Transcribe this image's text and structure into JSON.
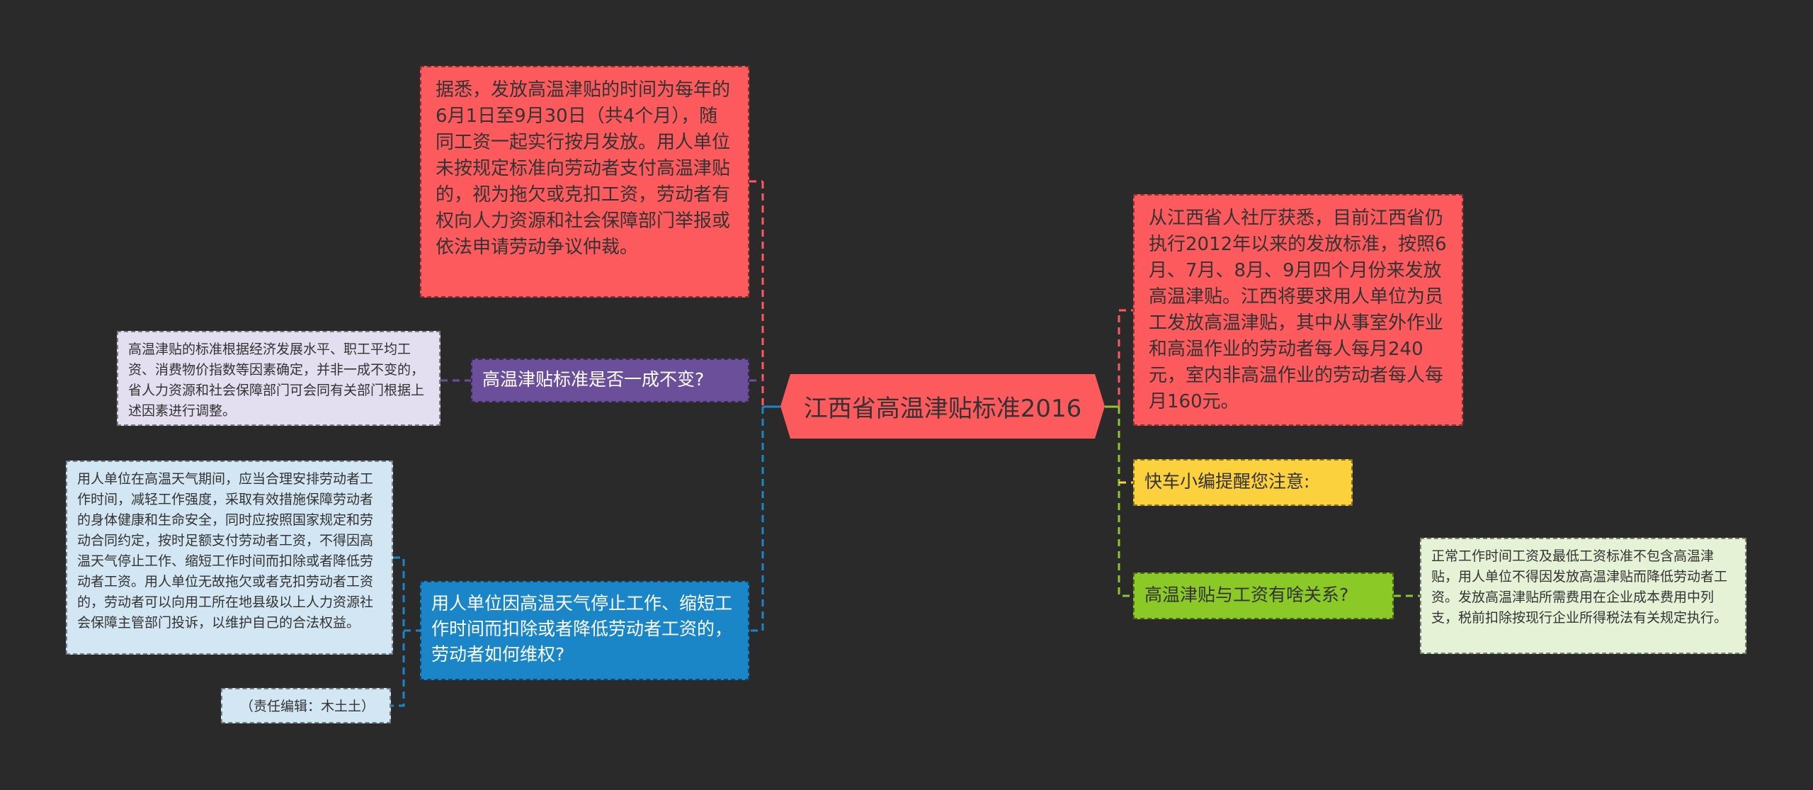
{
  "central": {
    "title": "江西省高温津贴标准2016"
  },
  "left": {
    "red_note": "据悉，发放高温津贴的时间为每年的6月1日至9月30日（共4个月），随同工资一起实行按月发放。用人单位未按规定标准向劳动者支付高温津贴的，视为拖欠或克扣工资，劳动者有权向人力资源和社会保障部门举报或依法申请劳动争议仲裁。",
    "purple_topic": "高温津贴标准是否一成不变?",
    "purple_detail": "高温津贴的标准根据经济发展水平、职工平均工资、消费物价指数等因素确定，并非一成不变的，省人力资源和社会保障部门可会同有关部门根据上述因素进行调整。",
    "blue_topic": "用人单位因高温天气停止工作、缩短工作时间而扣除或者降低劳动者工资的，劳动者如何维权?",
    "blue_detail": "用人单位在高温天气期间，应当合理安排劳动者工作时间，减轻工作强度，采取有效措施保障劳动者的身体健康和生命安全，同时应按照国家规定和劳动合同约定，按时足额支付劳动者工资，不得因高温天气停止工作、缩短工作时间而扣除或者降低劳动者工资。用人单位无故拖欠或者克扣劳动者工资的，劳动者可以向用工所在地县级以上人力资源社会保障主管部门投诉，以维护自己的合法权益。",
    "editor": "（责任编辑：木土土）"
  },
  "right": {
    "red_note": "从江西省人社厅获悉，目前江西省仍执行2012年以来的发放标准，按照6月、7月、8月、9月四个月份来发放高温津贴。江西将要求用人单位为员工发放高温津贴，其中从事室外作业和高温作业的劳动者每人每月240元，室内非高温作业的劳动者每人每月160元。",
    "yellow_topic": "快车小编提醒您注意:",
    "green_topic": "高温津贴与工资有啥关系?",
    "green_detail": "正常工作时间工资及最低工资标准不包含高温津贴，用人单位不得因发放高温津贴而降低劳动者工资。发放高温津贴所需费用在企业成本费用中列支，税前扣除按现行企业所得税法有关规定执行。"
  },
  "colors": {
    "background": "#2a2a2a",
    "red": "#fd5a5d",
    "purple": "#6b4f9b",
    "lavender": "#e3dff0",
    "blue": "#1a86c8",
    "light_blue": "#d3e6f3",
    "yellow": "#fcd13e",
    "green": "#8ac926",
    "light_green": "#e6f2d6"
  }
}
